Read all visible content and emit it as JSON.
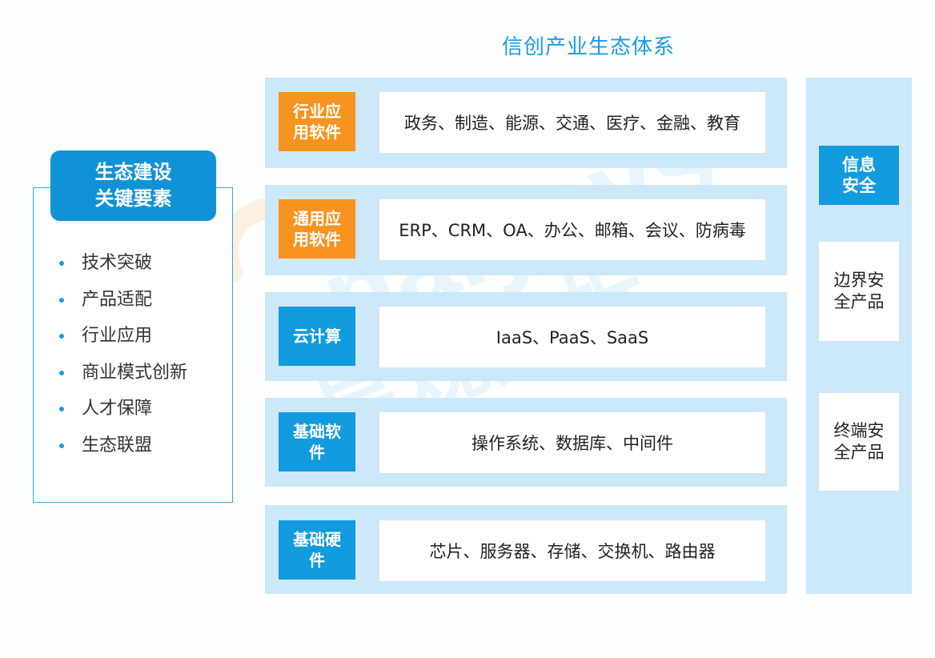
{
  "title": "信创产业生态体系",
  "watermark": {
    "brand": "analysys",
    "cn": "易观分析"
  },
  "left_panel": {
    "header_line1": "生态建设",
    "header_line2": "关键要素",
    "items": [
      "技术突破",
      "产品适配",
      "行业应用",
      "商业模式创新",
      "人才保障",
      "生态联盟"
    ]
  },
  "layers": [
    {
      "tag_line1": "行业应",
      "tag_line2": "用软件",
      "content": "政务、制造、能源、交通、医疗、金融、教育",
      "tag_color": "#f7931e"
    },
    {
      "tag_line1": "通用应",
      "tag_line2": "用软件",
      "content": "ERP、CRM、OA、办公、邮箱、会议、防病毒",
      "tag_color": "#f7931e"
    },
    {
      "tag_line1": "云计算",
      "tag_line2": "",
      "content": "IaaS、PaaS、SaaS",
      "tag_color": "#129bde"
    },
    {
      "tag_line1": "基础软",
      "tag_line2": "件",
      "content": "操作系统、数据库、中间件",
      "tag_color": "#129bde"
    },
    {
      "tag_line1": "基础硬",
      "tag_line2": "件",
      "content": "芯片、服务器、存储、交换机、路由器",
      "tag_color": "#129bde"
    }
  ],
  "security": {
    "head_line1": "信息",
    "head_line2": "安全",
    "items": [
      {
        "line1": "边界安",
        "line2": "全产品"
      },
      {
        "line1": "终端安",
        "line2": "全产品"
      }
    ]
  },
  "colors": {
    "accent_blue": "#129bde",
    "accent_orange": "#f7931e",
    "panel_bg": "#cde8f8",
    "title": "#1a9be6"
  }
}
